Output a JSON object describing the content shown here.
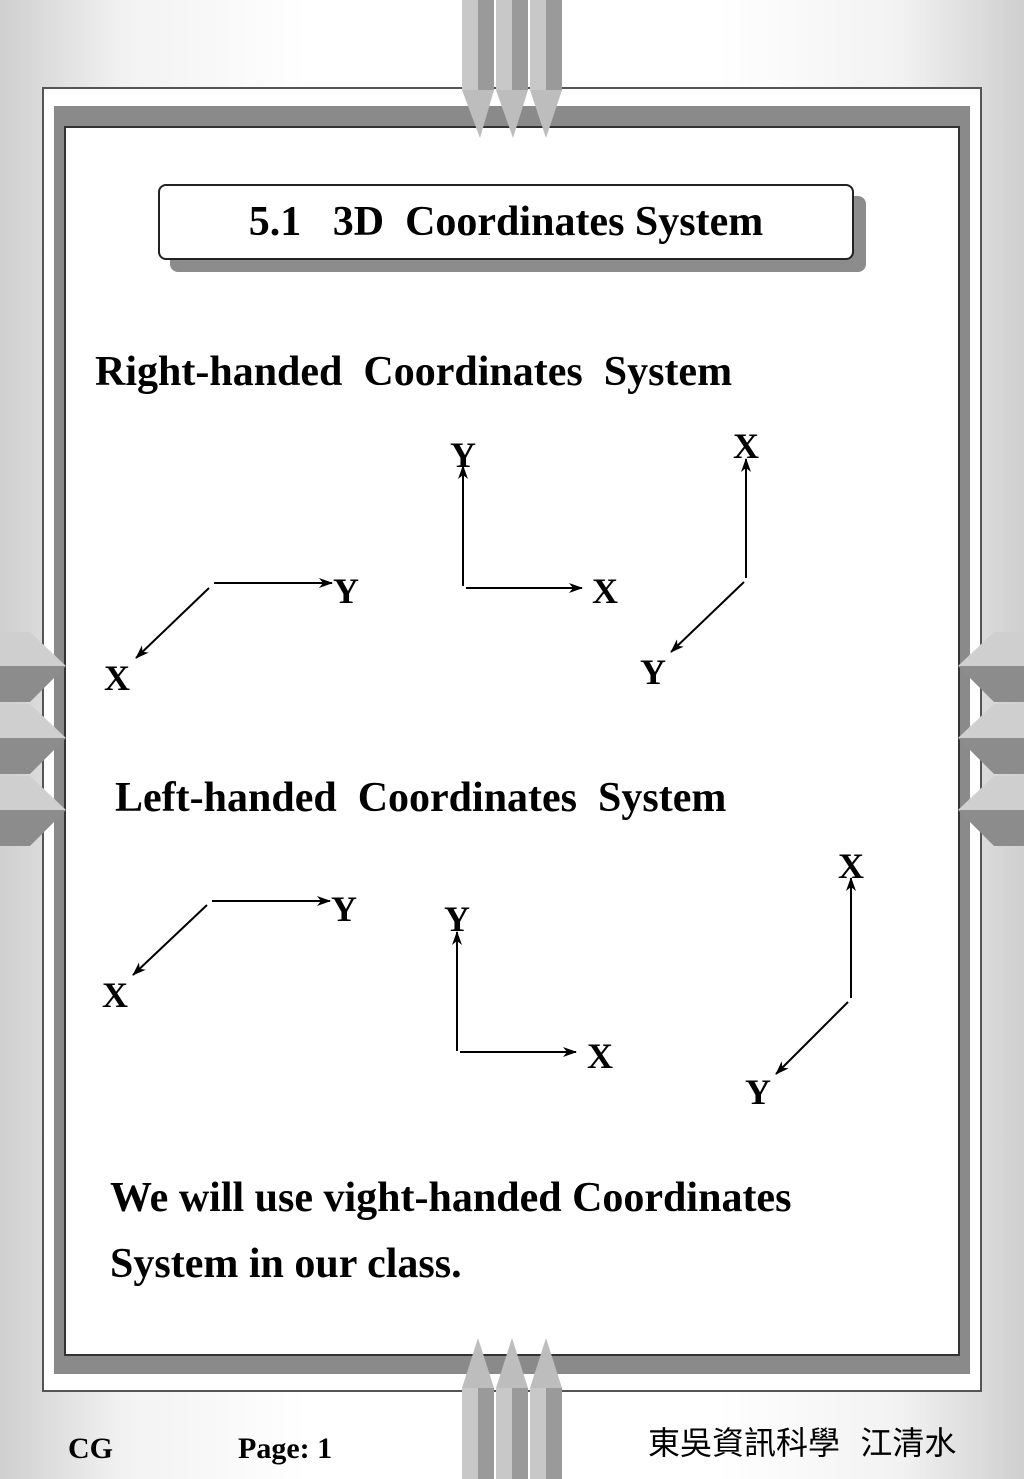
{
  "title": "5.1   3D  Coordinates System",
  "right_handed": {
    "heading": "Right-handed  Coordinates  System",
    "labels": [
      "Y",
      "X",
      "Y",
      "X",
      "X",
      "Y"
    ]
  },
  "left_handed": {
    "heading": "Left-handed  Coordinates  System",
    "labels": [
      "Y",
      "X",
      "Y",
      "X",
      "X",
      "Y"
    ]
  },
  "statement": {
    "line1": "We will use vight-handed Coordinates",
    "line2": "System in our class."
  },
  "footer": {
    "course": "CG",
    "page": "Page: 1",
    "author": "東吳資訊科學  江清水"
  }
}
